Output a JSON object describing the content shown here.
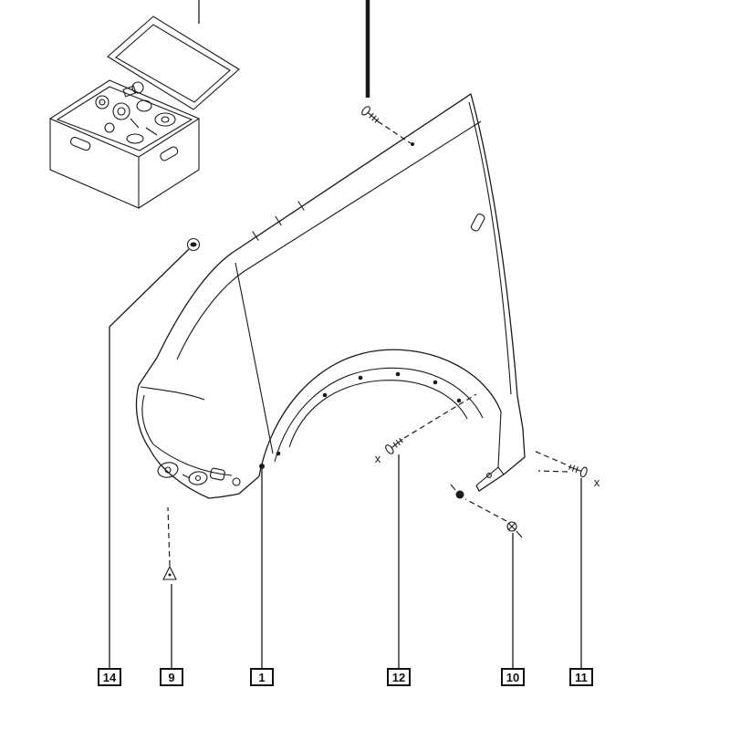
{
  "diagram": {
    "background_color": "#ffffff",
    "line_color": "#1a1a1a",
    "callouts": [
      {
        "label": "14"
      },
      {
        "label": "9"
      },
      {
        "label": "1"
      },
      {
        "label": "12"
      },
      {
        "label": "10"
      },
      {
        "label": "11"
      }
    ],
    "annotations": {
      "x_mark_1": "x",
      "x_mark_2": "x"
    },
    "icons": {
      "nut_icon": "concentric-circle-glyph",
      "clip_icon": "triangle-glyph",
      "screw_icon": "slotted-screw-glyph",
      "rivet_icon": "crossed-circle-glyph",
      "push_clip_icon": "filled-dot-glyph"
    }
  }
}
